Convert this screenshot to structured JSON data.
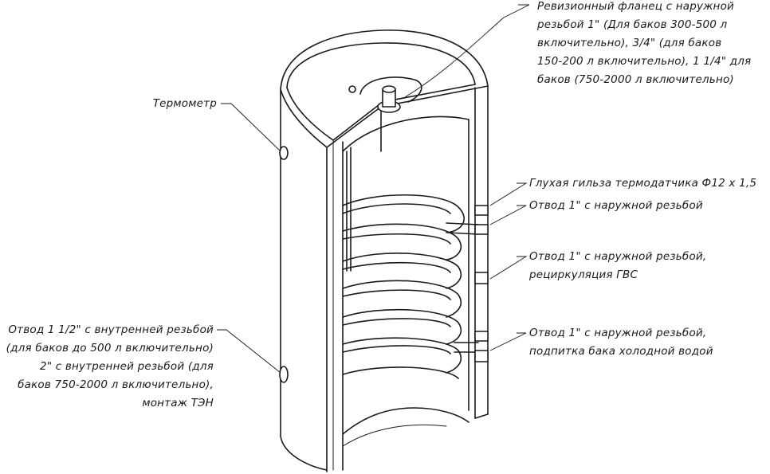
{
  "callouts": {
    "flange": [
      "Ревизионный фланец с наружной",
      "резьбой 1\" (Для баков 300-500 л",
      "включительно), 3/4\" (для баков",
      "150-200 л включительно), 1 1/4\" для",
      "баков (750-2000 л включительно)"
    ],
    "thermometer": [
      "Термометр"
    ],
    "sensor_sleeve": [
      "Глухая гильза термодатчика Ф12 х 1,5"
    ],
    "outlet_1": [
      "Отвод 1\" с наружной резьбой"
    ],
    "outlet_recirc": [
      "Отвод 1\" с наружной резьбой,",
      "рециркуляция ГВС"
    ],
    "outlet_cold": [
      "Отвод 1\" с наружной резьбой,",
      "подпитка бака холодной водой"
    ],
    "heater_outlet": [
      "Отвод 1 1/2\" с внутренней резьбой",
      "(для баков до 500 л включительно)",
      "2\" с внутренней резьбой (для",
      "баков 750-2000 л включительно),",
      "монтаж ТЭН"
    ]
  }
}
